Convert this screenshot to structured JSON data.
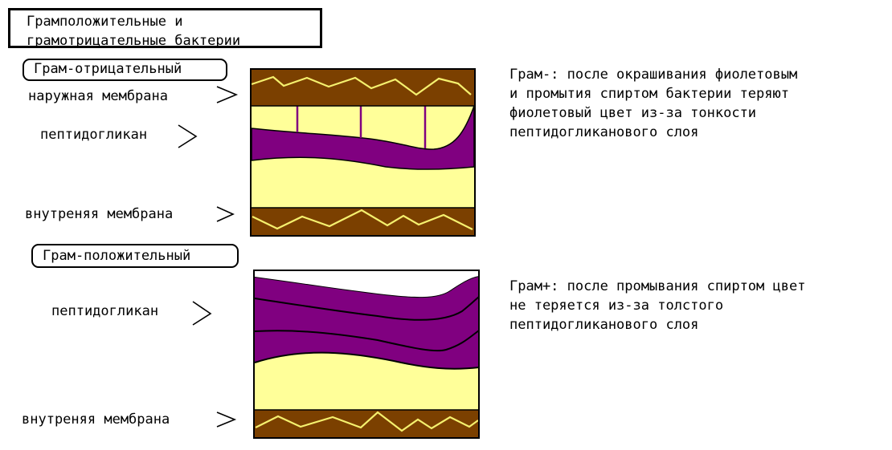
{
  "title": {
    "line1": "Грамположительные и",
    "line2": "грамотрицательные бактерии"
  },
  "gram_negative": {
    "header": "Грам-отрицательный",
    "labels": {
      "outer_membrane": "наружная мембрана",
      "peptidoglycan": "пептидогликан",
      "inner_membrane": "внутреняя мембрана"
    },
    "description": [
      "Грам-: после окрашивания фиолетовым",
      "и промытия спиртом бактерии теряют",
      "фиолетовый цвет из-за тонкости",
      "пептидогликанового слоя"
    ]
  },
  "gram_positive": {
    "header": "Грам-положительный",
    "labels": {
      "peptidoglycan": "пептидогликан",
      "inner_membrane": "внутреняя мембрана"
    },
    "description": [
      "Грам+: после промывания спиртом цвет",
      "не теряется из-за толстого",
      "пептидогликанового слоя"
    ]
  },
  "colors": {
    "membrane": "#7b4000",
    "membrane_zigzag": "#f5f06e",
    "peptidoglycan": "#800080",
    "cytoplasm": "#ffff99",
    "outline": "#000000"
  }
}
